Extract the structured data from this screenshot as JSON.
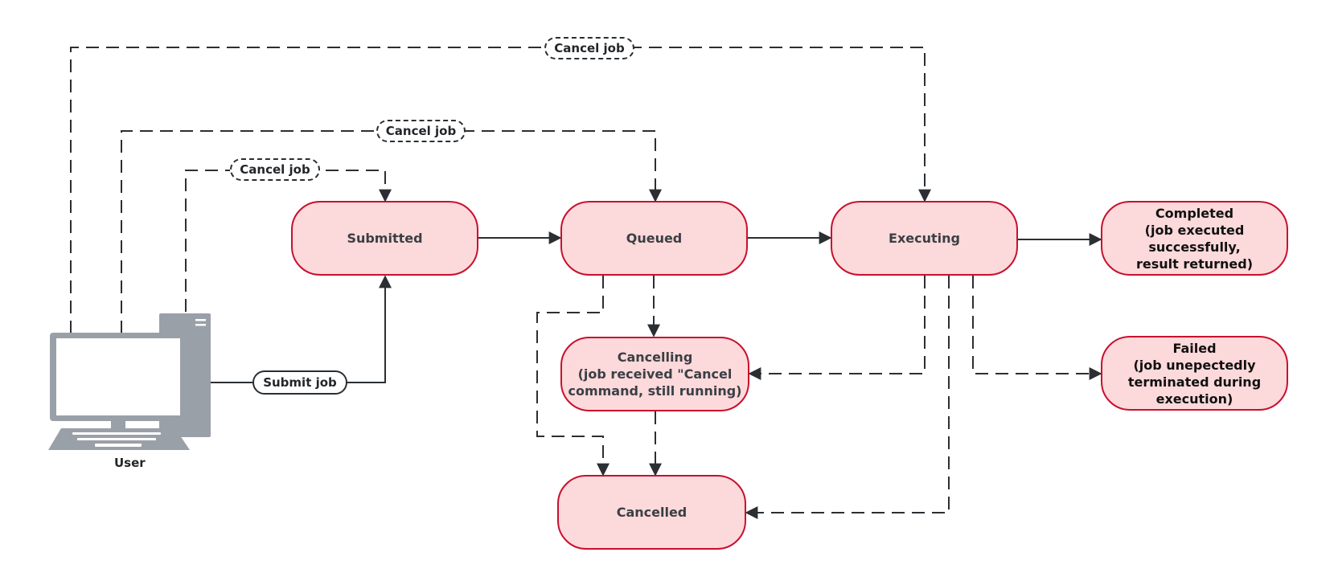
{
  "diagram": {
    "states": {
      "submitted": "Submitted",
      "queued": "Queued",
      "executing": "Executing",
      "completed": "Completed\n(job executed successfully,\nresult returned)",
      "failed": "Failed\n(job unepectedly\nterminated during\nexecution)",
      "cancelling": "Cancelling\n(job received \"Cancel\ncommand, still running)",
      "cancelled": "Cancelled"
    },
    "edge_labels": {
      "submit": "Submit job",
      "cancel_executing": "Cancel job",
      "cancel_queued": "Cancel job",
      "cancel_submitted": "Cancel job"
    },
    "actor": {
      "label": "User",
      "icon": "user-computer-icon"
    },
    "colors": {
      "state_fill": "#fcd9da",
      "state_border": "#c8102e",
      "line": "#2b2f33",
      "computer": "#9aa0a8"
    }
  }
}
